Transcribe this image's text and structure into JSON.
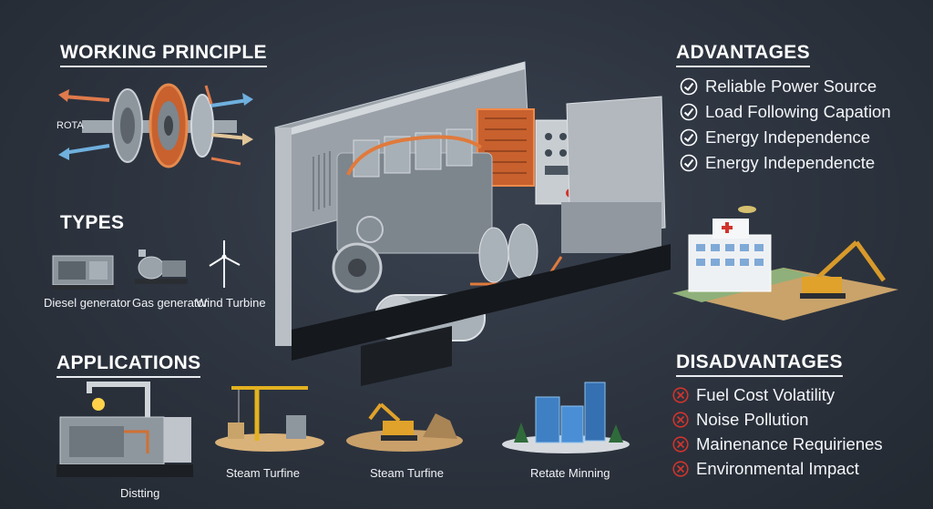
{
  "sections": {
    "working_principle": {
      "title": "WORKING PRINCIPLE",
      "diagram_label": "ROTA"
    },
    "types": {
      "title": "TYPES",
      "items": [
        {
          "label": "Diesel generator",
          "icon": "diesel-generator-icon"
        },
        {
          "label": "Gas generator",
          "icon": "gas-generator-icon"
        },
        {
          "label": "Wind Turbine",
          "icon": "wind-turbine-icon"
        }
      ]
    },
    "applications": {
      "title": "APPLICATIONS",
      "items": [
        {
          "label": "Distting",
          "icon": "generator-plant-icon"
        },
        {
          "label": "Steam Turfine",
          "icon": "construction-crane-icon"
        },
        {
          "label": "Steam Turfine",
          "icon": "excavator-site-icon"
        },
        {
          "label": "Retate Minning",
          "icon": "city-buildings-icon"
        }
      ]
    },
    "advantages": {
      "title": "ADVANTAGES",
      "items": [
        "Reliable Power Source",
        "Load Following Capation",
        "Energy Independence",
        "Energy Independencte"
      ]
    },
    "disadvantages": {
      "title": "DISADVANTAGES",
      "items": [
        "Fuel Cost Volatility",
        "Noise Pollution",
        "Mainenance Requirienes",
        "Environmental Impact"
      ]
    }
  },
  "colors": {
    "background": "#2c333e",
    "check": "#ffffff",
    "cross": "#d0342c",
    "accent_copper": "#c8612e"
  }
}
